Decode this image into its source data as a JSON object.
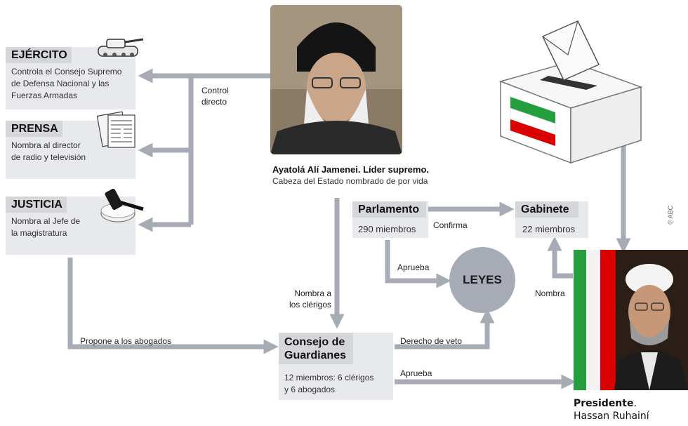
{
  "ejercito": {
    "title": "EJÉRCITO",
    "desc1": "Controla el Consejo Supremo",
    "desc2": "de Defensa Nacional y las",
    "desc3": "Fuerzas Armadas"
  },
  "prensa": {
    "title": "PRENSA",
    "desc1": "Nombra al director",
    "desc2": "de radio y televisión"
  },
  "justicia": {
    "title": "JUSTICIA",
    "desc1": "Nombra al Jefe de",
    "desc2": "la magistratura"
  },
  "control": {
    "line1": "Control",
    "line2": "directo"
  },
  "lider": {
    "name": "Ayatolá Alí Jamenei. Líder supremo.",
    "sub": "Cabeza del Estado nombrado de por vida"
  },
  "parlamento": {
    "title": "Parlamento",
    "members": "290 miembros"
  },
  "gabinete": {
    "title": "Gabinete",
    "members": "22 miembros"
  },
  "leyes": "LEYES",
  "consejo": {
    "title1": "Consejo de",
    "title2": "Guardianes",
    "desc1": "12 miembros: 6 clérigos",
    "desc2": "y 6 abogados"
  },
  "labels": {
    "confirma": "Confirma",
    "aprueba_parl": "Aprueba",
    "nombra_clerigos1": "Nombra a",
    "nombra_clerigos2": "los clérigos",
    "propone": "Propone a los abogados",
    "veto": "Derecho de veto",
    "aprueba_consejo": "Aprueba",
    "nombra": "Nombra"
  },
  "presidente": {
    "title": "Presidente",
    "name": "Hassan Ruhainí"
  },
  "credit": "© ABC",
  "colors": {
    "box": "#e8e9ec",
    "header": "#d4d6da",
    "arrow": "#a6abb5",
    "leyes": "#a6abb5",
    "flag_green": "#239f40",
    "flag_red": "#da0000"
  }
}
